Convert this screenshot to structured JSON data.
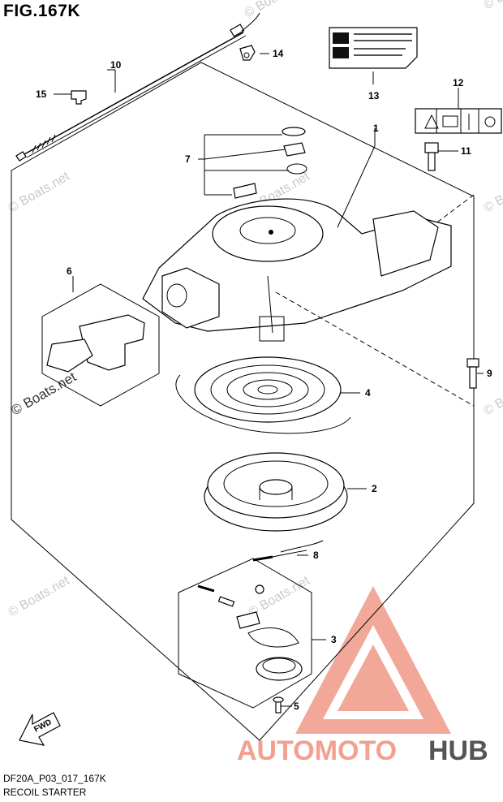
{
  "figure": {
    "title": "FIG.167K",
    "code": "DF20A_P03_017_167K",
    "name": "RECOIL STARTER"
  },
  "callouts": {
    "c1": "1",
    "c2": "2",
    "c3": "3",
    "c4": "4",
    "c5": "5",
    "c6": "6",
    "c7": "7",
    "c8": "8",
    "c9": "9",
    "c10": "10",
    "c11": "11",
    "c12": "12",
    "c13": "13",
    "c14": "14",
    "c15": "15"
  },
  "watermarks": {
    "boats": "© Boats.net",
    "boats_plain": "Boats.net"
  },
  "brand": {
    "part1": "AUTOMOTO",
    "part2": "HUB",
    "color_light": "#f2a08f",
    "color_dark": "#555555"
  },
  "direction_label": "FWD"
}
